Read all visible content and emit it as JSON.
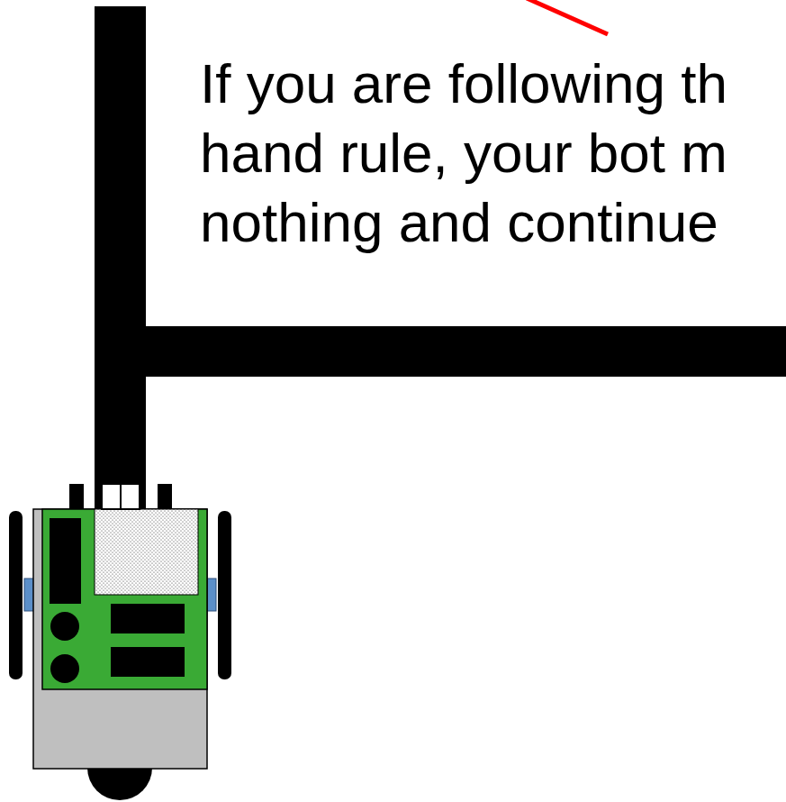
{
  "diagram": {
    "labels": [
      "If you are following th",
      "hand rule, your bot m",
      "nothing and continue"
    ]
  }
}
